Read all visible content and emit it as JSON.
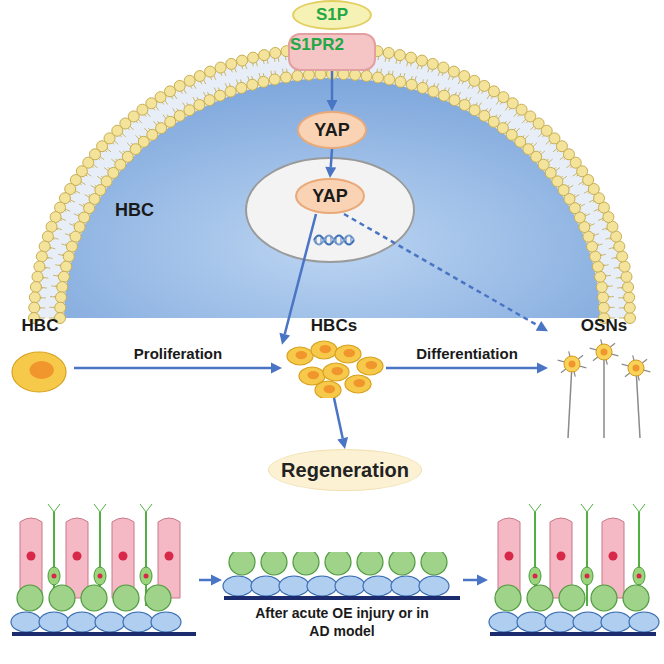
{
  "diagram": {
    "nodes": [
      {
        "text": [
          "HBC"
        ]
      },
      {
        "text": [
          "S1P"
        ]
      },
      {
        "text": [
          "S1PR2"
        ]
      },
      {
        "text": [
          "YAP"
        ],
        "in": 0
      },
      {
        "text": [
          "YAP"
        ],
        "in": 0
      },
      {
        "text": [
          "HBC"
        ]
      },
      {
        "text": [
          "HBCs"
        ]
      },
      {
        "text": [
          "OSNs"
        ]
      },
      {
        "text": [
          "Regeneration"
        ]
      },
      {
        "text": [
          "After acute OE injury or in AD model"
        ]
      }
    ],
    "edges": [
      {
        "from": 2,
        "to": 3,
        "arrow": "to"
      },
      {
        "from": 3,
        "to": 4,
        "arrow": "to"
      },
      {
        "from": 4,
        "to": 6,
        "arrow": "to"
      },
      {
        "from": 4,
        "to": 7,
        "arrow": "to"
      },
      {
        "from": 5,
        "to": 6,
        "label": "Proliferation",
        "arrow": "to"
      },
      {
        "from": 6,
        "to": 7,
        "label": "Differentiation",
        "arrow": "to"
      },
      {
        "from": 6,
        "to": 8,
        "arrow": "to"
      }
    ]
  }
}
